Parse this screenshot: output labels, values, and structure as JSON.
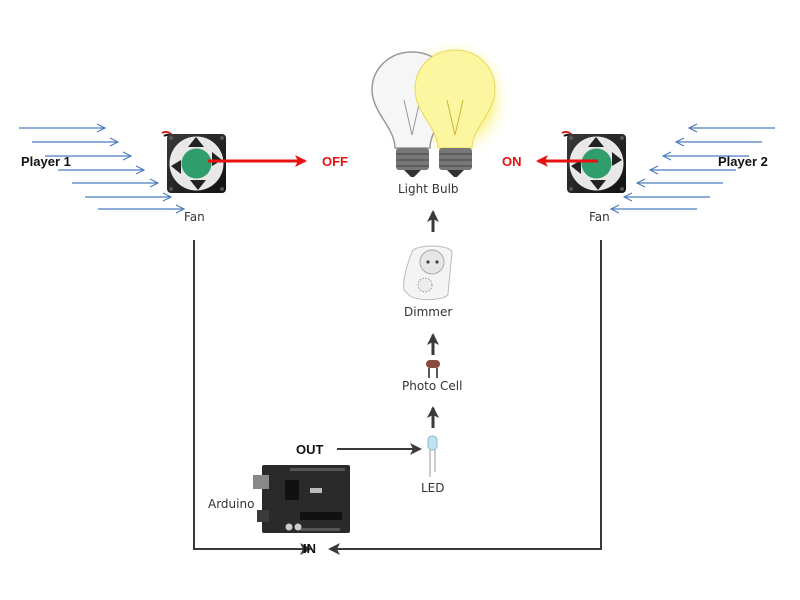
{
  "labels": {
    "player1": "Player 1",
    "player2": "Player 2",
    "fan_left": "Fan",
    "fan_right": "Fan",
    "off": "OFF",
    "on": "ON",
    "light_bulb": "Light Bulb",
    "dimmer": "Dimmer",
    "photo_cell": "Photo Cell",
    "led": "LED",
    "out": "OUT",
    "in": "IN",
    "arduino": "Arduino"
  },
  "colors": {
    "wind_arrow": "#4a7cc0",
    "signal_arrow": "#e81010",
    "flow_arrow": "#3a3a3a",
    "bulb_glow": "#f5e84a"
  }
}
